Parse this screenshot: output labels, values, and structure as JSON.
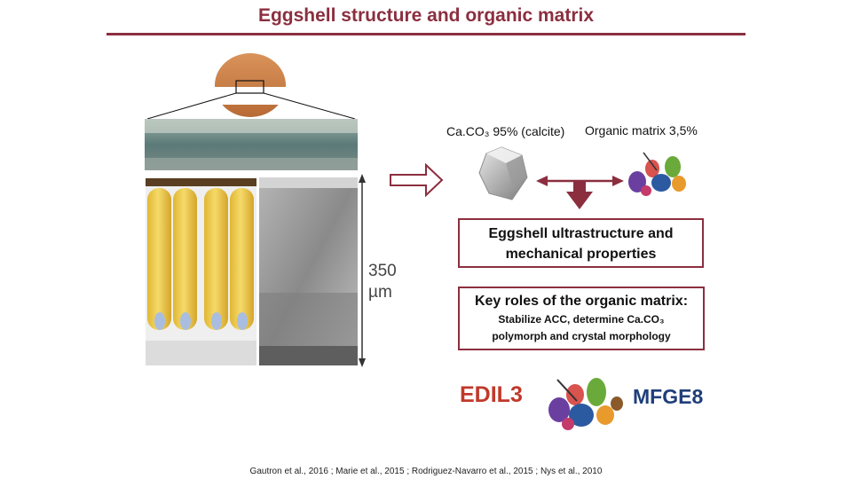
{
  "title": "Eggshell structure and organic matrix",
  "labels": {
    "calcite": "Ca.CO₃ 95% (calcite)",
    "organic": "Organic matrix 3,5%",
    "scale_value": "350",
    "scale_unit": "µm"
  },
  "boxes": {
    "ultrastructure_line1": "Eggshell ultrastructure and",
    "ultrastructure_line2": "mechanical properties",
    "roles_heading": "Key roles of the organic matrix:",
    "roles_line1": "Stabilize ACC, determine Ca.CO₃",
    "roles_line2": "polymorph and crystal morphology"
  },
  "genes": {
    "left": "EDIL3",
    "right": "MFGE8"
  },
  "citation": "Gautron et al., 2016 ; Marie et al., 2015 ; Rodriguez-Navarro et al., 2015 ; Nys et al., 2010",
  "colors": {
    "accent": "#8b2f3f",
    "edil3": "#c0392b",
    "mfge8": "#1f3f7a"
  }
}
